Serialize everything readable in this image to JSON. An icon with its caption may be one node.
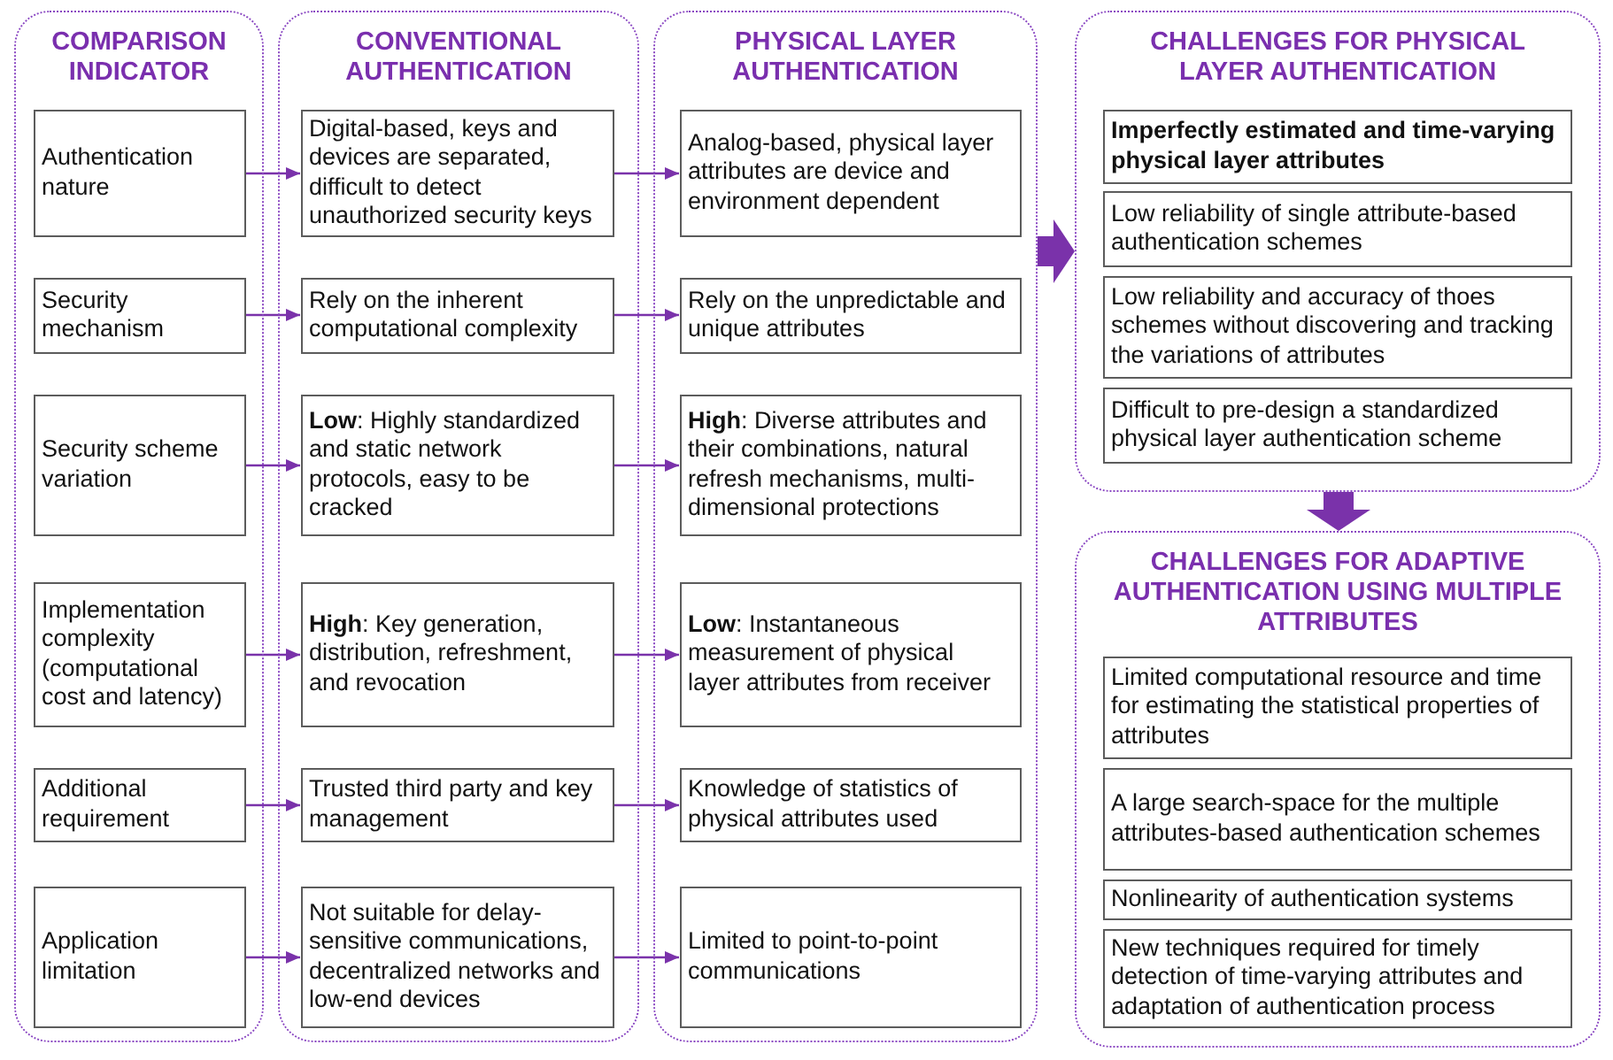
{
  "diagram": {
    "nodes": [
      {
        "text": [
          "COMPARISON INDICATOR"
        ]
      },
      {
        "text": [
          "Authentication nature"
        ],
        "in": 0
      },
      {
        "text": [
          "Security mechanism"
        ],
        "in": 0
      },
      {
        "text": [
          "Security scheme variation"
        ],
        "in": 0
      },
      {
        "text": [
          "Implementation complexity (computational cost and latency)"
        ],
        "in": 0
      },
      {
        "text": [
          "Additional requirement"
        ],
        "in": 0
      },
      {
        "text": [
          "Application limitation"
        ],
        "in": 0
      },
      {
        "text": [
          "CONVENTIONAL AUTHENTICATION"
        ]
      },
      {
        "text": [
          "Digital-based, keys and devices are separated, difficult to detect unauthorized security keys"
        ],
        "in": 7
      },
      {
        "text": [
          "Rely on the inherent computational complexity"
        ],
        "in": 7
      },
      {
        "text": [
          "**Low**: Highly standardized and static network protocols, easy to be cracked"
        ],
        "in": 7
      },
      {
        "text": [
          "**High**: Key generation, distribution, refreshment, and revocation"
        ],
        "in": 7
      },
      {
        "text": [
          "Trusted third party and key management"
        ],
        "in": 7
      },
      {
        "text": [
          "Not suitable for delay-sensitive communications, decentralized networks and low-end devices"
        ],
        "in": 7
      },
      {
        "text": [
          "PHYSICAL LAYER AUTHENTICATION"
        ]
      },
      {
        "text": [
          "Analog-based, physical layer attributes are device and environment dependent"
        ],
        "in": 14
      },
      {
        "text": [
          "Rely on the unpredictable and unique attributes"
        ],
        "in": 14
      },
      {
        "text": [
          "**High**: Diverse attributes and their combinations, natural refresh mechanisms, multi-dimensional protections"
        ],
        "in": 14
      },
      {
        "text": [
          "**Low**: Instantaneous measurement of physical layer attributes from receiver"
        ],
        "in": 14
      },
      {
        "text": [
          "Knowledge of statistics of physical attributes used"
        ],
        "in": 14
      },
      {
        "text": [
          "Limited to point-to-point communications"
        ],
        "in": 14
      },
      {
        "text": [
          "CHALLENGES FOR PHYSICAL LAYER AUTHENTICATION"
        ]
      },
      {
        "text": [
          "Imperfectly estimated and time-varying physical layer attributes"
        ],
        "in": 21
      },
      {
        "text": [
          "Low reliability of single attribute-based authentication schemes"
        ],
        "in": 21
      },
      {
        "text": [
          "Low reliability and accuracy of thoes schemes without discovering and tracking the variations of attributes"
        ],
        "in": 21
      },
      {
        "text": [
          "Difficult to pre-design a standardized physical layer authentication scheme"
        ],
        "in": 21
      },
      {
        "text": [
          "CHALLENGES FOR ADAPTIVE AUTHENTICATION USING MULTIPLE ATTRIBUTES"
        ]
      },
      {
        "text": [
          "Limited computational resource and time for estimating the statistical properties of attributes"
        ],
        "in": 26
      },
      {
        "text": [
          "A large search-space for the multiple attributes-based authentication schemes"
        ],
        "in": 26
      },
      {
        "text": [
          "Nonlinearity of authentication systems"
        ],
        "in": 26
      },
      {
        "text": [
          "New techniques required for timely detection of time-varying attributes and adaptation of authentication process"
        ],
        "in": 26
      }
    ],
    "edges": [
      {
        "from": 1,
        "to": 8,
        "arrow": "to"
      },
      {
        "from": 8,
        "to": 15,
        "arrow": "to"
      },
      {
        "from": 2,
        "to": 9,
        "arrow": "to"
      },
      {
        "from": 9,
        "to": 16,
        "arrow": "to"
      },
      {
        "from": 3,
        "to": 10,
        "arrow": "to"
      },
      {
        "from": 10,
        "to": 17,
        "arrow": "to"
      },
      {
        "from": 4,
        "to": 11,
        "arrow": "to"
      },
      {
        "from": 11,
        "to": 18,
        "arrow": "to"
      },
      {
        "from": 5,
        "to": 12,
        "arrow": "to"
      },
      {
        "from": 12,
        "to": 19,
        "arrow": "to"
      },
      {
        "from": 6,
        "to": 13,
        "arrow": "to"
      },
      {
        "from": 13,
        "to": 20,
        "arrow": "to"
      },
      {
        "from": 14,
        "to": 21,
        "arrow": "to",
        "style": "thick"
      },
      {
        "from": 21,
        "to": 26,
        "arrow": "to",
        "style": "thick"
      }
    ]
  }
}
